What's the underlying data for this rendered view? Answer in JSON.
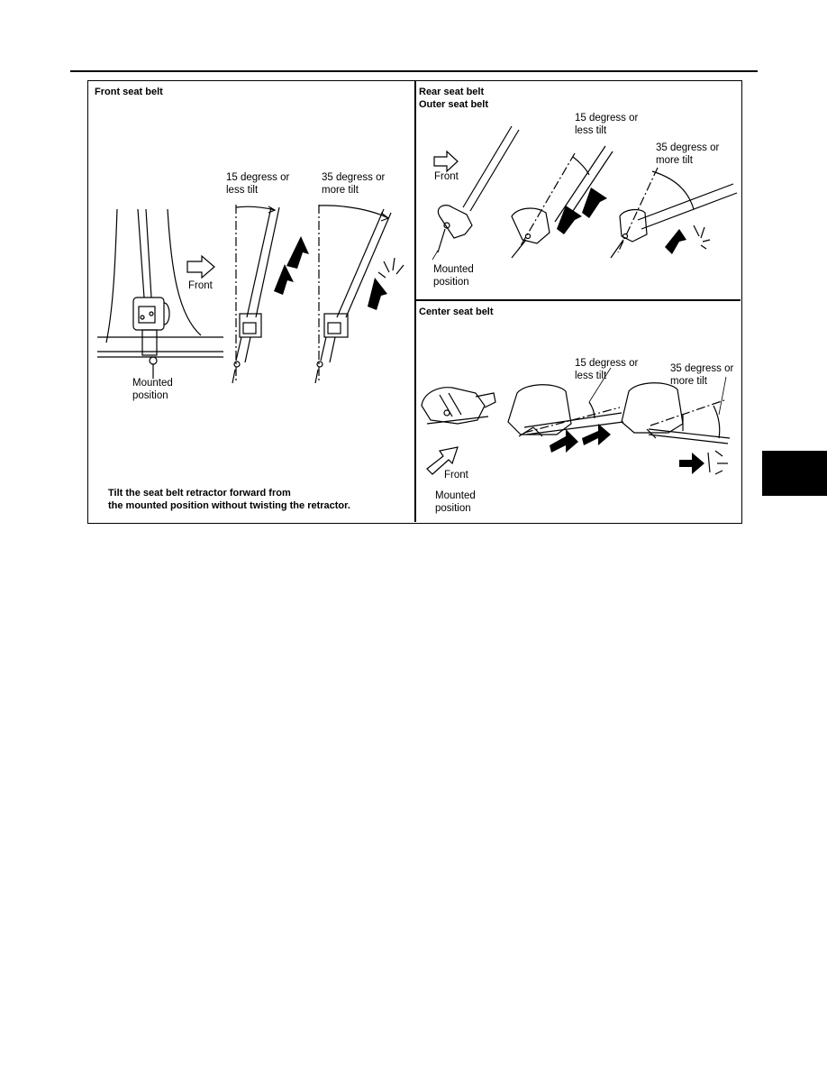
{
  "front_panel": {
    "title": "Front seat belt",
    "tilt_15_line1": "15 degress or",
    "tilt_15_line2": "less tilt",
    "tilt_35_line1": "35 degress or",
    "tilt_35_line2": "more tilt",
    "front_label": "Front",
    "mounted_line1": "Mounted",
    "mounted_line2": "position",
    "note_line1": "Tilt the seat belt retractor forward from",
    "note_line2": "the mounted position without twisting the retractor."
  },
  "rear_outer_panel": {
    "title_line1": "Rear seat belt",
    "title_line2": "Outer seat belt",
    "tilt_15_line1": "15 degress or",
    "tilt_15_line2": "less tilt",
    "tilt_35_line1": "35 degress or",
    "tilt_35_line2": "more tilt",
    "front_label": "Front",
    "mounted_line1": "Mounted",
    "mounted_line2": "position"
  },
  "center_panel": {
    "title": "Center seat belt",
    "tilt_15_line1": "15 degress or",
    "tilt_15_line2": "less tilt",
    "tilt_35_line1": "35 degress or",
    "tilt_35_line2": "more tilt",
    "front_label": "Front",
    "mounted_line1": "Mounted",
    "mounted_line2": "position"
  }
}
